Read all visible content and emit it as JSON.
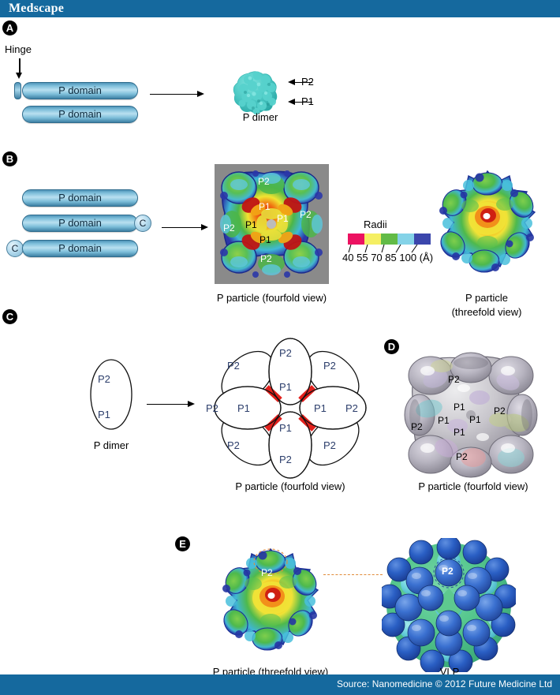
{
  "header": {
    "logo": "Medscape",
    "bar_color": "#15699e"
  },
  "footer": {
    "source": "Source: Nanomedicine © 2012 Future Medicine Ltd"
  },
  "panels": {
    "A": {
      "letter": "A",
      "hinge_label": "Hinge",
      "bars": [
        "P domain",
        "P domain"
      ],
      "product_caption": "P dimer",
      "callouts": [
        "P2",
        "P1"
      ]
    },
    "B": {
      "letter": "B",
      "bars": [
        "P domain",
        "P domain",
        "P domain"
      ],
      "c_terminus": "C",
      "left_caption": "P particle (fourfold view)",
      "right_caption_line1": "P particle",
      "right_caption_line2": "(threefold view)",
      "overlay_labels_fourfold": [
        "P2",
        "P1",
        "P1",
        "P2",
        "P2",
        "P1",
        "P1",
        "P2"
      ],
      "scale": {
        "title": "Radii",
        "ticklabels": [
          "40",
          "55",
          "70",
          "85",
          "100"
        ],
        "unit": "(Å)",
        "colors": [
          "#ec1261",
          "#f5ef63",
          "#62bb46",
          "#84d3e8",
          "#3b46ac"
        ]
      }
    },
    "C": {
      "letter": "C",
      "dimer_labels": [
        "P2",
        "P1"
      ],
      "dimer_caption": "P dimer",
      "particle_caption": "P particle (fourfold view)",
      "inner_labels": [
        "P1",
        "P1",
        "P1",
        "P1"
      ],
      "outer_labels": [
        "P2",
        "P2",
        "P2",
        "P2"
      ],
      "diagonal_labels": [
        "P2",
        "P2",
        "P2",
        "P2"
      ],
      "link_color": "#e2201c"
    },
    "D": {
      "letter": "D",
      "caption": "P particle (fourfold view)",
      "overlay_labels": [
        "P2",
        "P1",
        "P1",
        "P1",
        "P2",
        "P2",
        "P1",
        "P2"
      ]
    },
    "E": {
      "letter": "E",
      "left_caption": "P particle (threefold view)",
      "right_caption": "VLP",
      "left_overlay": "P2",
      "right_overlay": "P2",
      "connector_color": "#e08b3a"
    }
  }
}
